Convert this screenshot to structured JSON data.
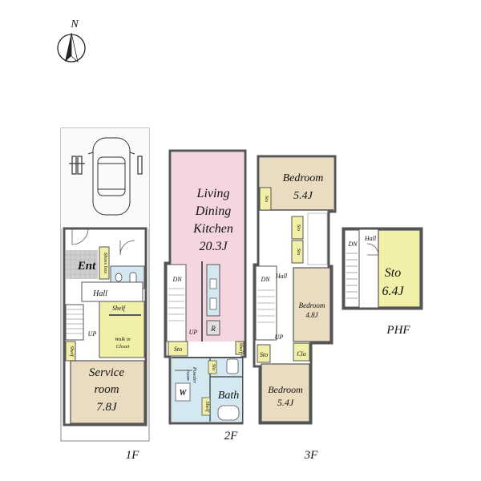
{
  "compass": {
    "north_label": "N",
    "icon": "north-arrow-icon"
  },
  "colors": {
    "ldk": "#f6d6de",
    "room": "#e9dcc0",
    "storage": "#f2f0a8",
    "wet": "#d3e8f0",
    "floor_tile": "#cfcfcf",
    "hall": "#ffffff",
    "wall": "#555555"
  },
  "floors": {
    "f1": {
      "label": "1F",
      "rooms": {
        "ent": "Ent",
        "shoes_box": "Shoes box",
        "hall": "Hall",
        "shelf": "Shelf",
        "walk_in_line1": "Walk in",
        "walk_in_line2": "Closet",
        "up": "UP",
        "shelf_small": "Shelf",
        "service_line1": "Service",
        "service_line2": "room",
        "service_size": "7.8J"
      }
    },
    "f2": {
      "label": "2F",
      "rooms": {
        "ldk_line1": "Living",
        "ldk_line2": "Dining",
        "ldk_line3": "Kitchen",
        "ldk_size": "20.3J",
        "dn": "DN",
        "up": "UP",
        "refrigerator": "R",
        "sto": "Sto",
        "shelf": "Shelf",
        "powder_line1": "Powder",
        "powder_line2": "room",
        "sto_small": "Sto",
        "washer": "W",
        "bath": "Bath",
        "shelf_bath": "Shelf"
      }
    },
    "f3": {
      "label": "3F",
      "rooms": {
        "bed_a": "Bedroom",
        "bed_a_size": "5.4J",
        "sto_a": "Sto",
        "sto_b": "Sto",
        "sto_c": "Sto",
        "dn": "DN",
        "hall": "Hall",
        "bed_b": "Bedroom",
        "bed_b_size": "4.8J",
        "up": "UP",
        "sto_d": "Sto",
        "clo": "Clo",
        "bed_c": "Bedroom",
        "bed_c_size": "5.4J"
      }
    },
    "phf": {
      "label": "PHF",
      "rooms": {
        "dn": "DN",
        "hall": "Hall",
        "sto": "Sto",
        "sto_size": "6.4J"
      }
    }
  }
}
